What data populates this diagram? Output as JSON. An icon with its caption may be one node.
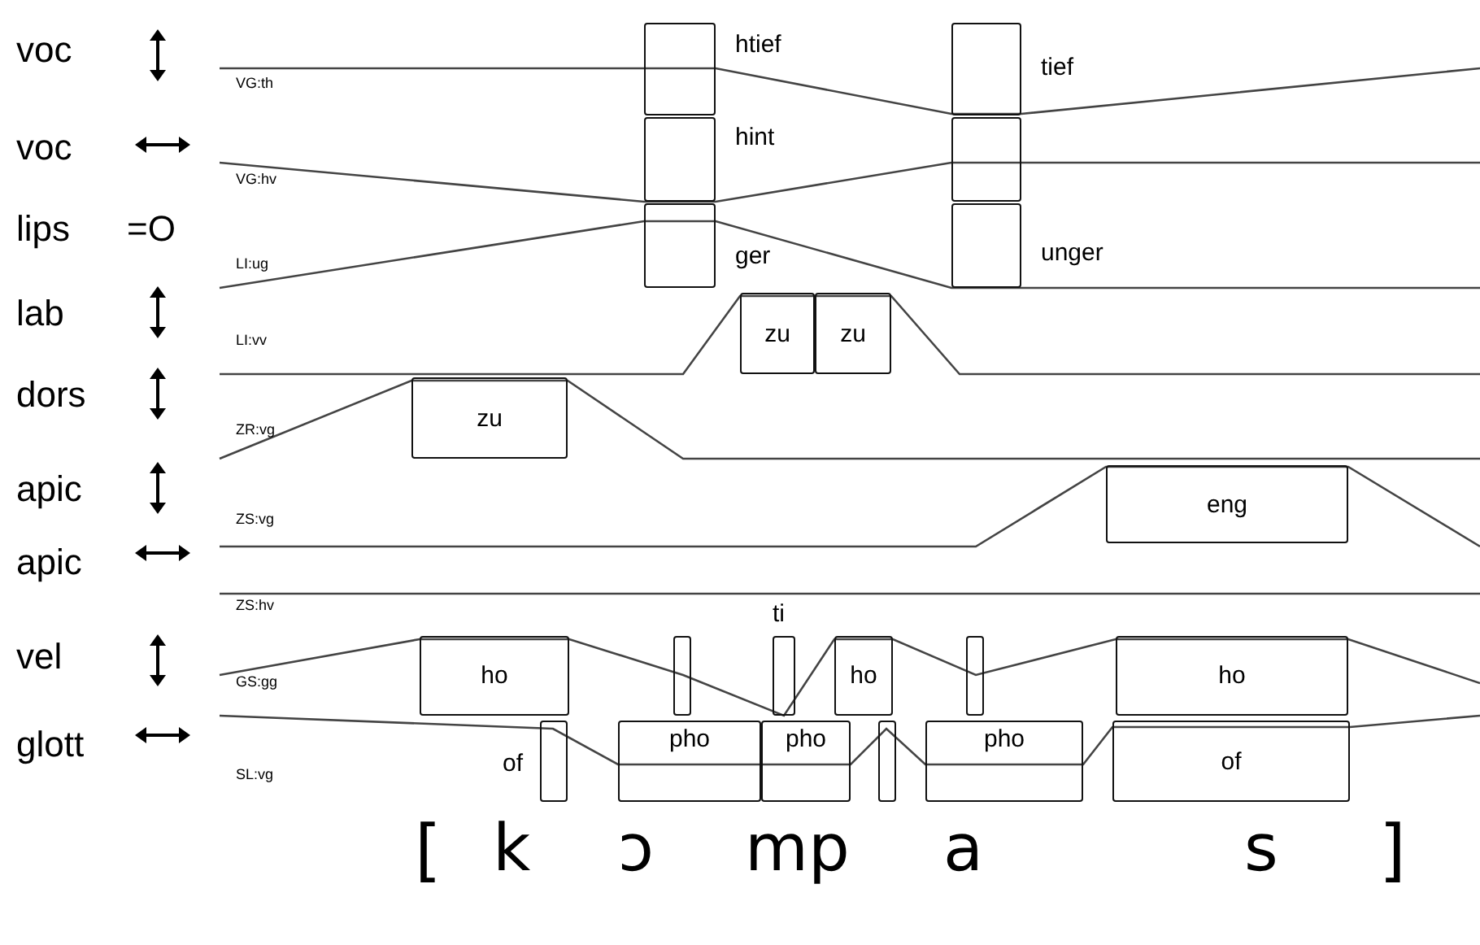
{
  "diagram": {
    "nodes": [
      {
        "text": [],
        "shape": "box",
        "beside": [
          "htief"
        ]
      },
      {
        "text": [],
        "shape": "box",
        "beside": [
          "tief"
        ]
      },
      {
        "text": [],
        "shape": "box",
        "beside": [
          "hint"
        ]
      },
      {
        "text": [],
        "shape": "box"
      },
      {
        "text": [],
        "shape": "box",
        "beside": [
          "ger"
        ]
      },
      {
        "text": [],
        "shape": "box",
        "beside": [
          "unger"
        ]
      },
      {
        "text": [
          "zu"
        ]
      },
      {
        "text": [
          "zu"
        ]
      },
      {
        "text": [
          "zu"
        ]
      },
      {
        "text": [
          "eng"
        ]
      },
      {
        "text": [
          "ho"
        ]
      },
      {
        "text": [],
        "shape": "box"
      },
      {
        "text": [],
        "shape": "box",
        "beside": [
          "ti"
        ]
      },
      {
        "text": [
          "ho"
        ]
      },
      {
        "text": [],
        "shape": "box"
      },
      {
        "text": [
          "ho"
        ]
      },
      {
        "text": [],
        "shape": "box",
        "beside": [
          "of"
        ]
      },
      {
        "text": [
          "pho"
        ]
      },
      {
        "text": [
          "pho"
        ]
      },
      {
        "text": [],
        "shape": "box"
      },
      {
        "text": [
          "pho"
        ]
      },
      {
        "text": [
          "of"
        ]
      }
    ],
    "edges": [],
    "labels": [
      "voc",
      "VG:th",
      "voc",
      "VG:hv",
      "lips",
      "=O",
      "LI:ug",
      "lab",
      "LI:vv",
      "dors",
      "ZR:vg",
      "apic",
      "ZS:vg",
      "apic",
      "ZS:hv",
      "vel",
      "GS:gg",
      "glott",
      "SL:vg",
      "[",
      "k",
      "ɔ",
      "mp",
      "a",
      "s",
      "]"
    ]
  }
}
